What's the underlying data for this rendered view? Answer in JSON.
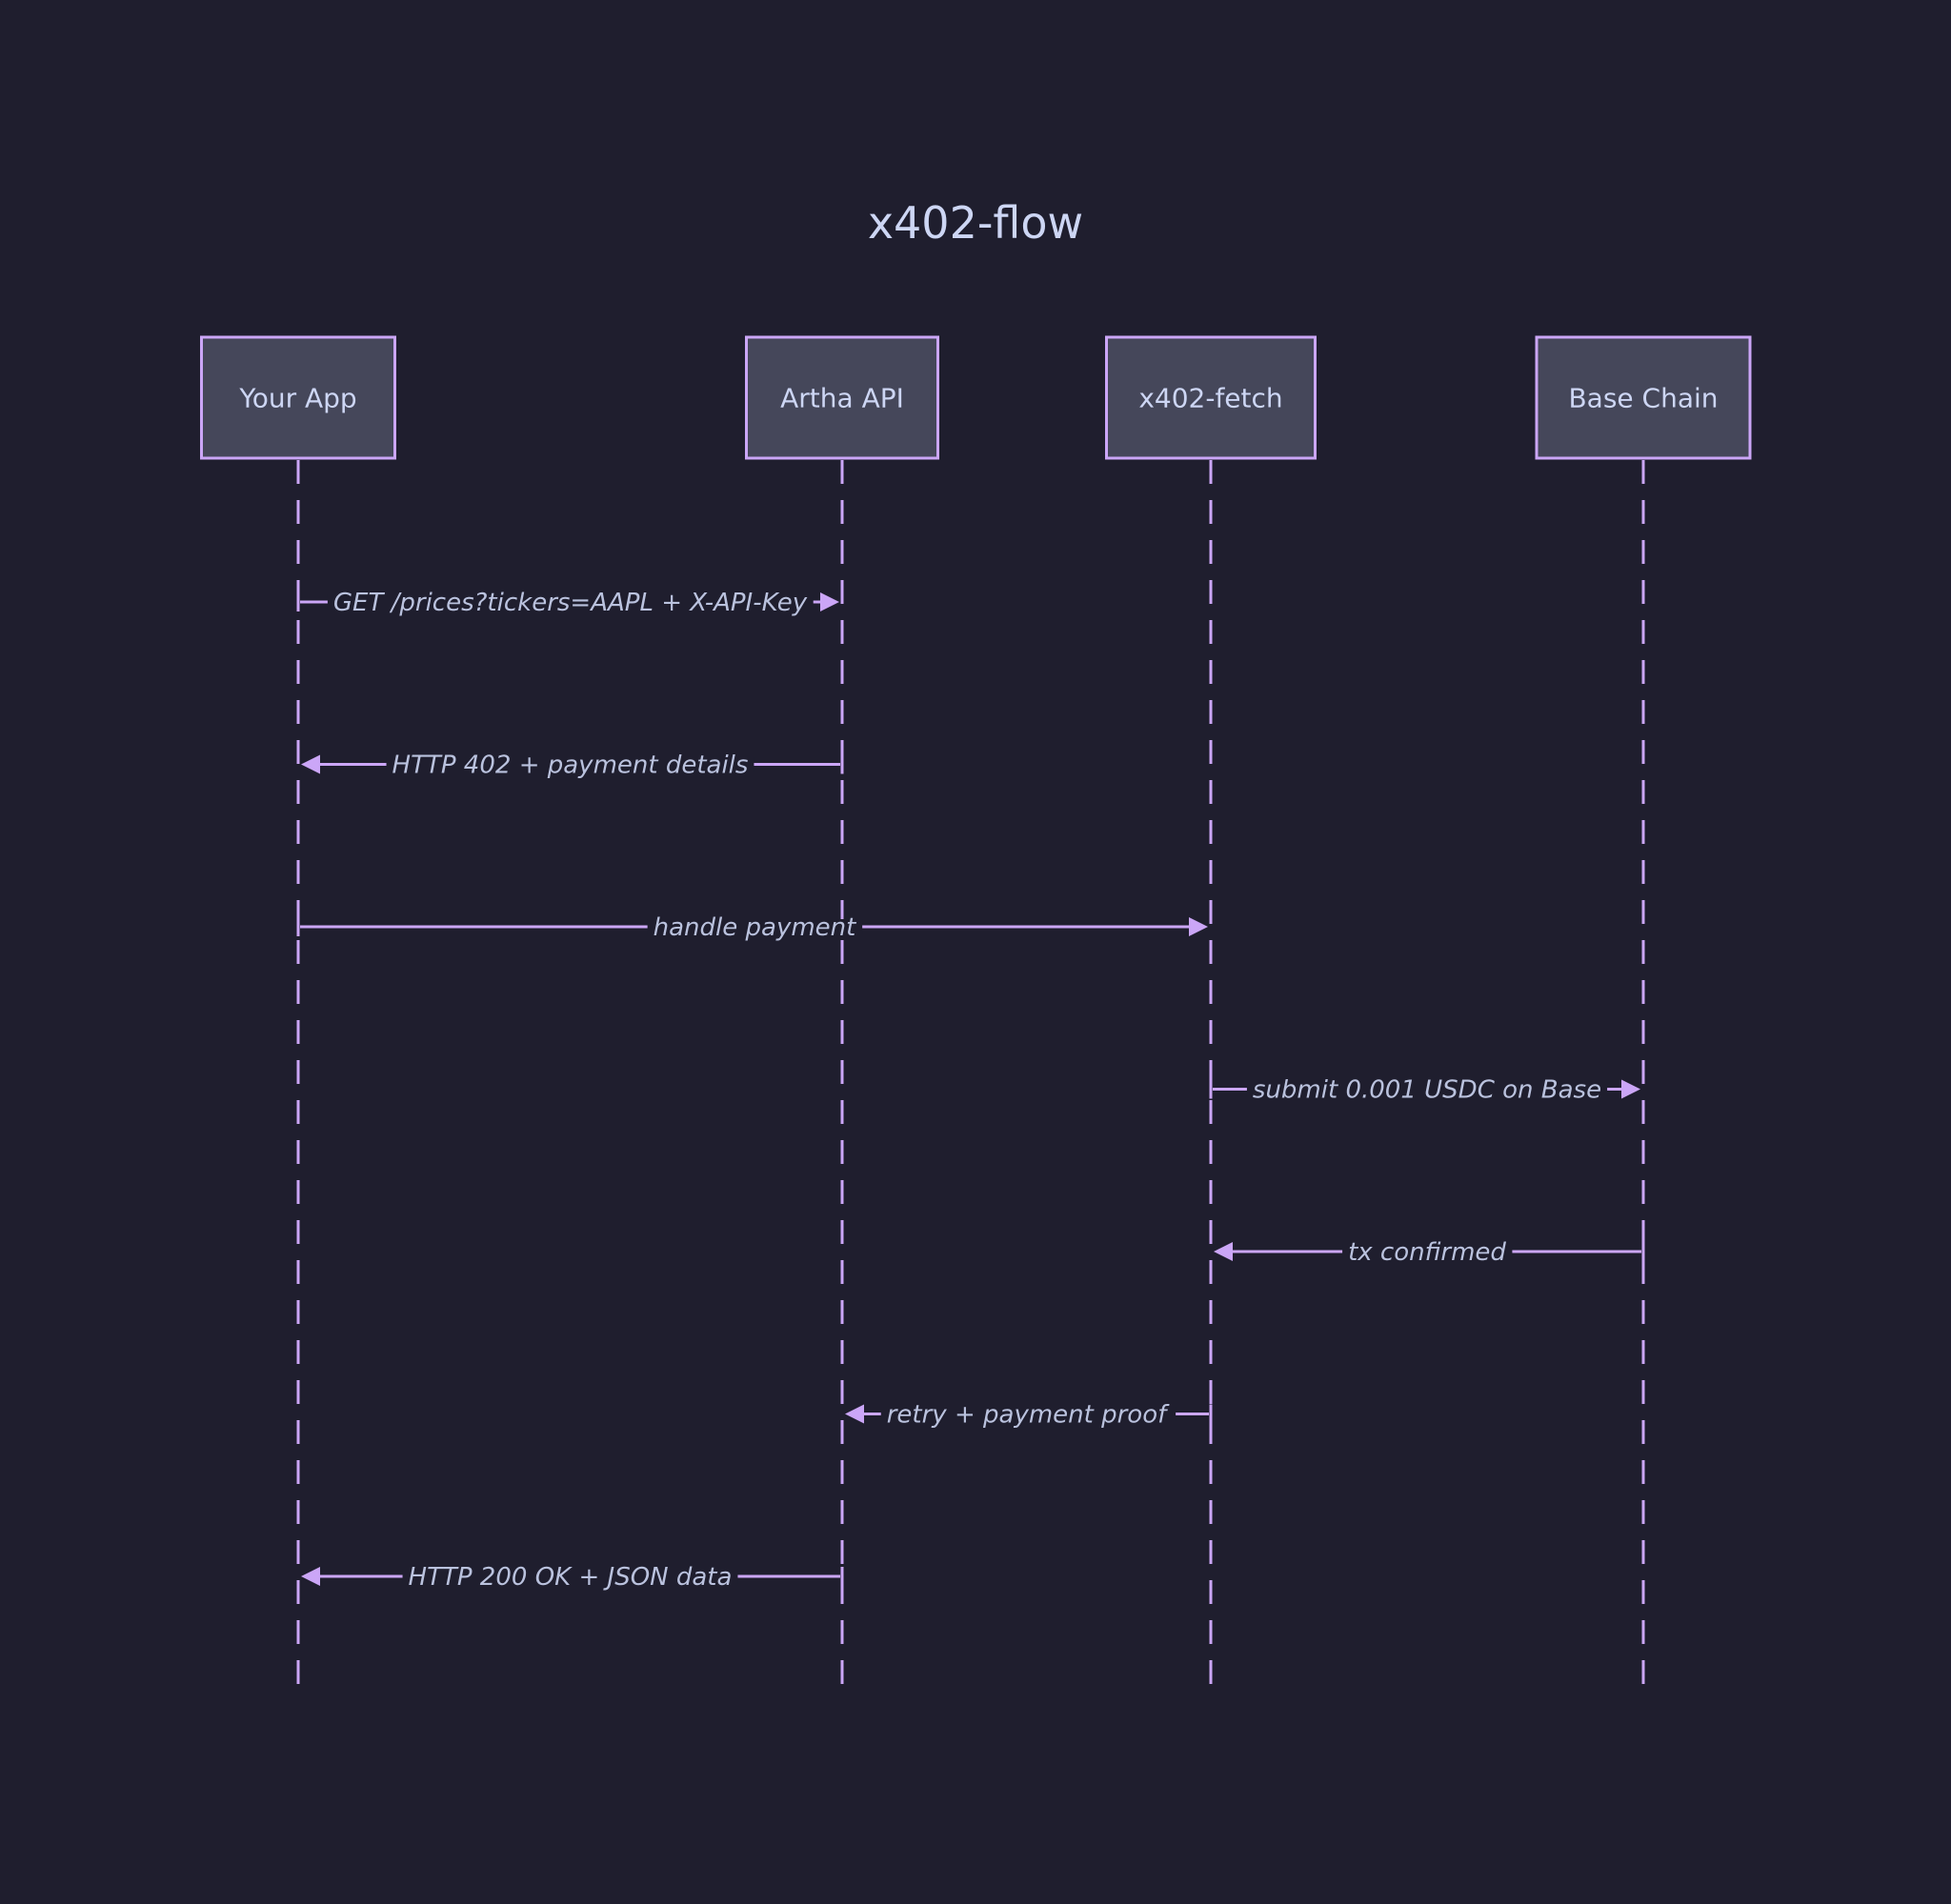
{
  "diagram": {
    "title": "x402-flow",
    "participants": [
      {
        "id": "app",
        "label": "Your App"
      },
      {
        "id": "api",
        "label": "Artha API"
      },
      {
        "id": "fetch",
        "label": "x402-fetch"
      },
      {
        "id": "chain",
        "label": "Base Chain"
      }
    ],
    "messages": [
      {
        "from": "app",
        "to": "api",
        "label": "GET /prices?tickers=AAPL + X-API-Key"
      },
      {
        "from": "api",
        "to": "app",
        "label": "HTTP 402 + payment details"
      },
      {
        "from": "app",
        "to": "fetch",
        "label": "handle payment"
      },
      {
        "from": "fetch",
        "to": "chain",
        "label": "submit 0.001 USDC on Base"
      },
      {
        "from": "chain",
        "to": "fetch",
        "label": "tx confirmed"
      },
      {
        "from": "fetch",
        "to": "api",
        "label": "retry + payment proof"
      },
      {
        "from": "api",
        "to": "app",
        "label": "HTTP 200 OK + JSON data"
      }
    ]
  },
  "colors": {
    "background": "#1f1e2e",
    "accent": "#cba6f7",
    "box_fill": "#45475a",
    "text": "#cdd6f4",
    "label_text": "#bac2de"
  }
}
